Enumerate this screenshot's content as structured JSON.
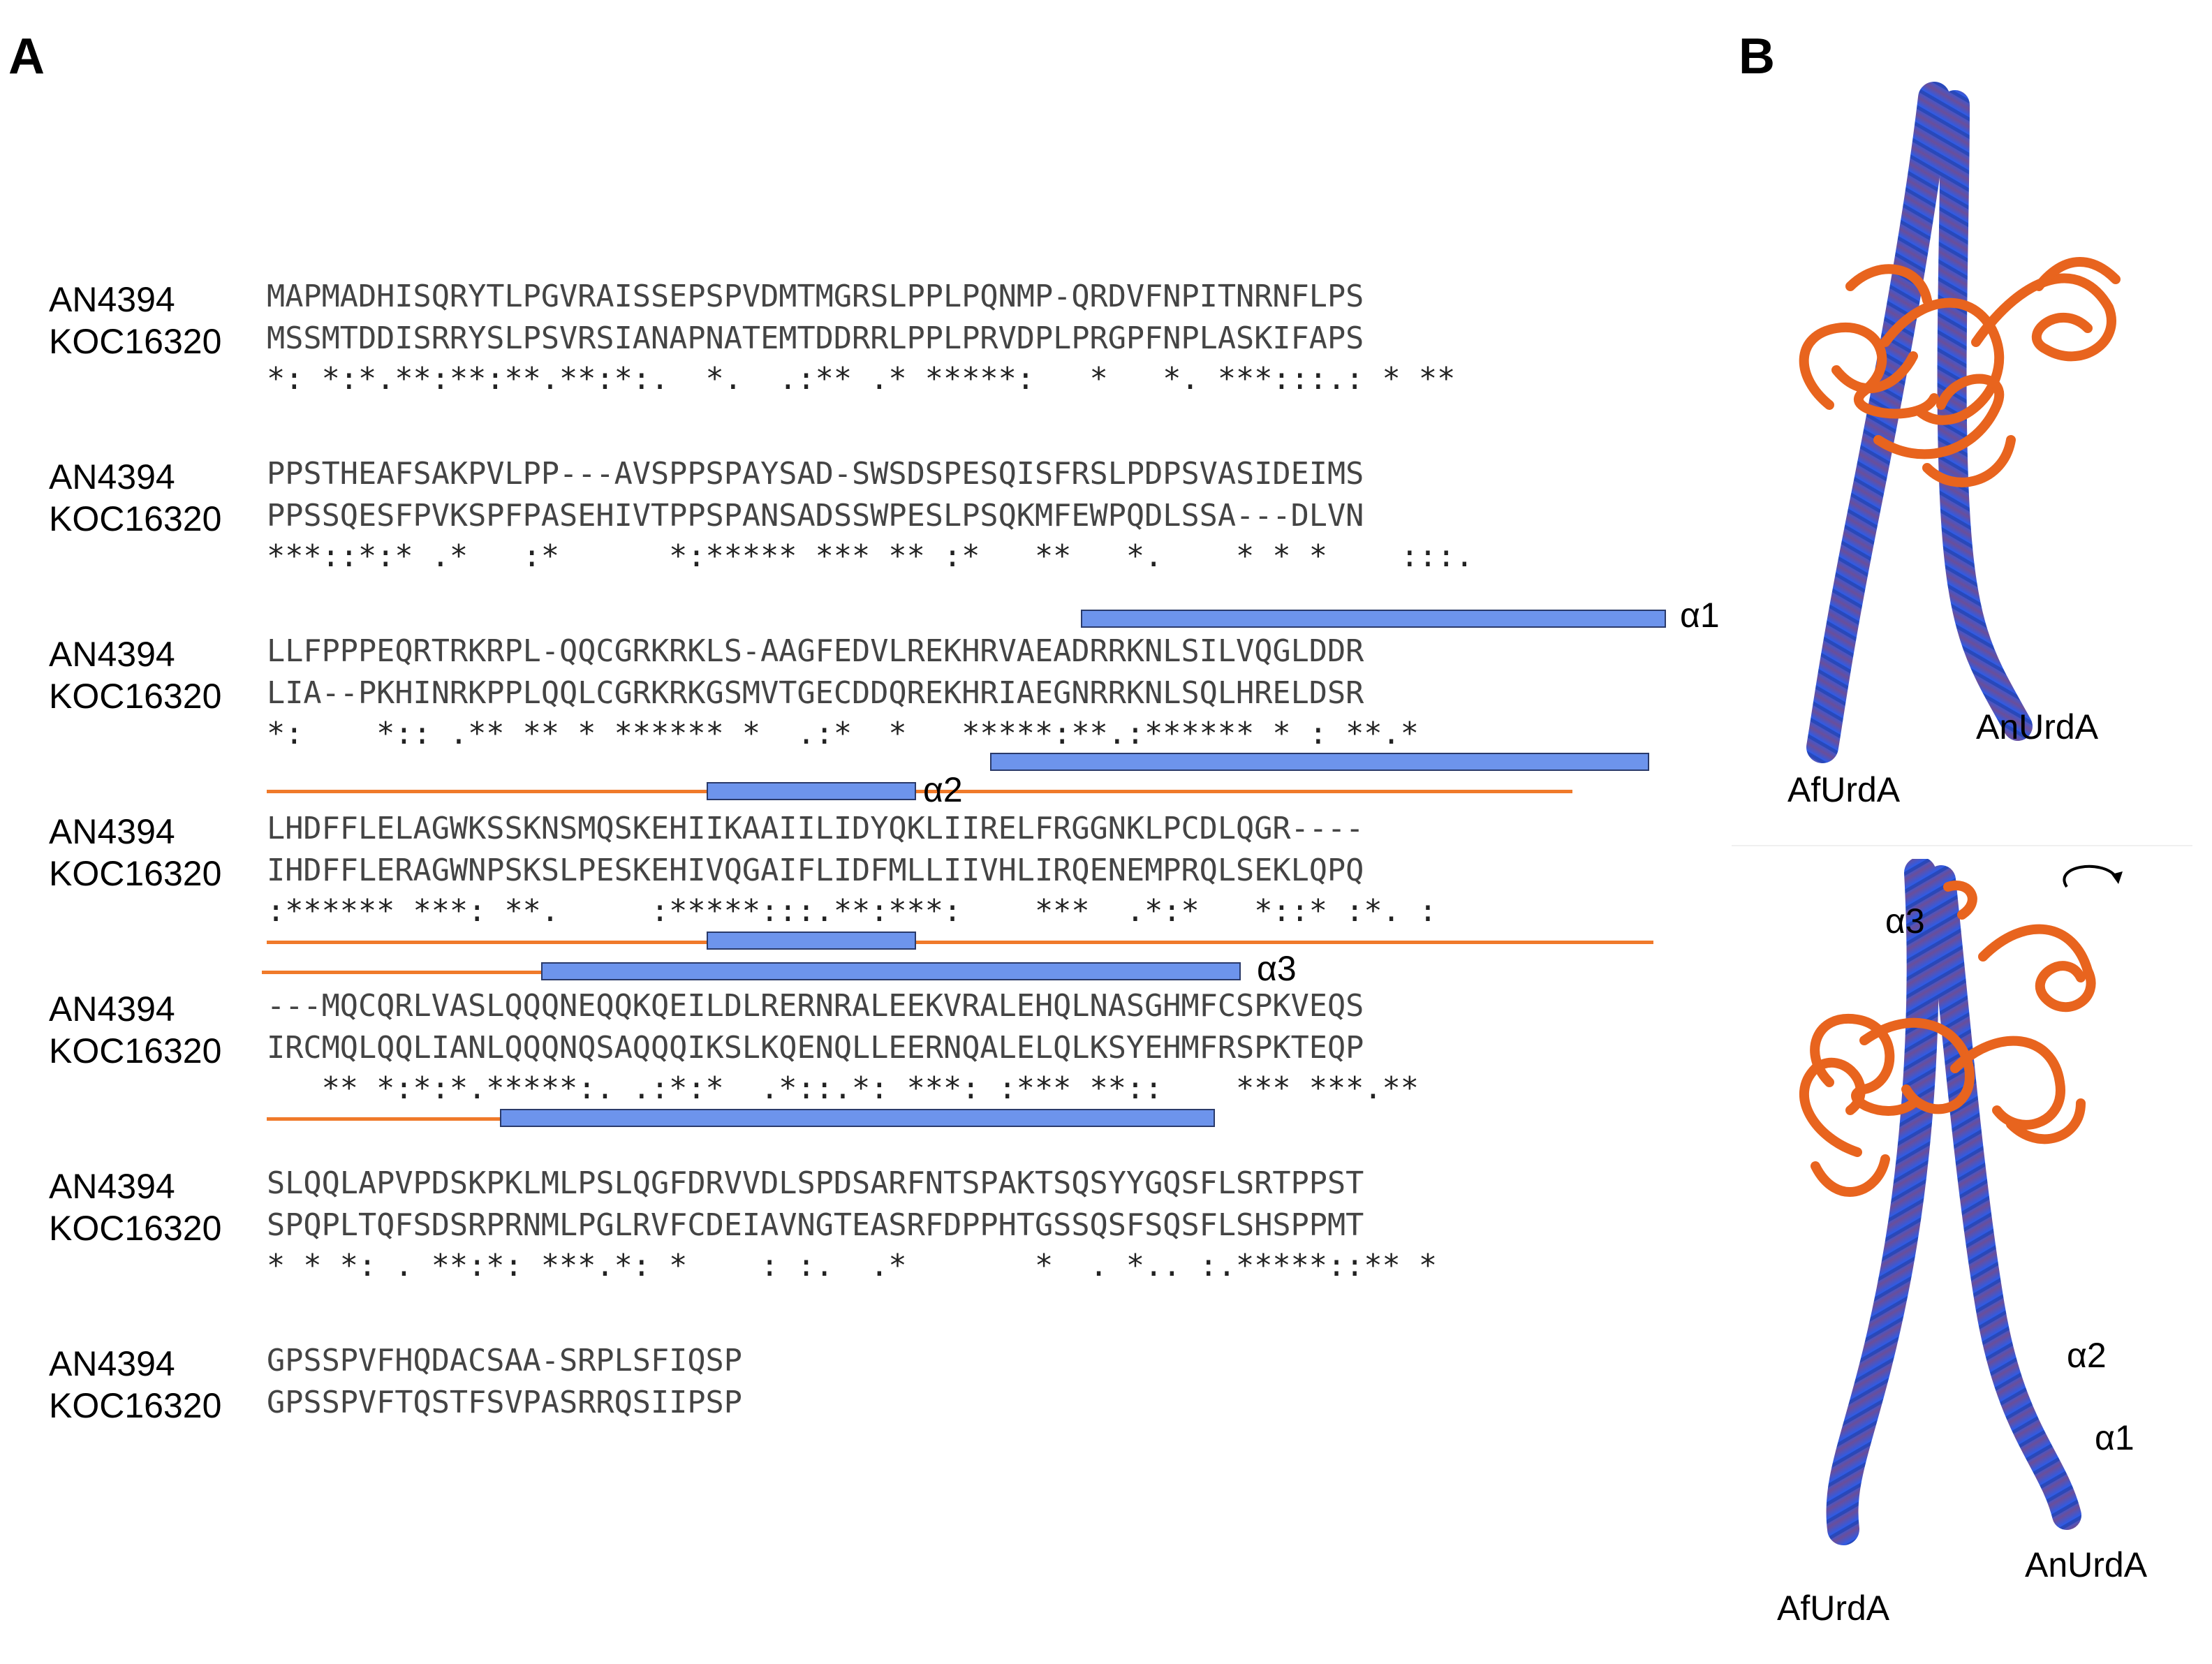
{
  "panels": {
    "a_label": "A",
    "b_label": "B"
  },
  "alignment": {
    "blocks": [
      {
        "seq1_name": "AN4394",
        "seq1": "MAPMADHISQRYTLPGVRAISSEPSPVDMTMGRSLPPLPQNMP-QRDVFNPITNRNFLPS",
        "seq2_name": "KOC16320",
        "seq2": "MSSMTDDISRRYSLPSVRSIANAPNATEMTDDRRLPPLPRVDPLPRGPFNPLASKIFAPS",
        "consensus": "*: *:*.**:**:**.**:*:.  *.  .:** .* *****:   *   *. ***:::.: * **"
      },
      {
        "seq1_name": "AN4394",
        "seq1": "PPSTHEAFSAKPVLPP---AVSPPSPAYSAD-SWSDSPESQISFRSLPDPSVASIDEIMS",
        "seq2_name": "KOC16320",
        "seq2": "PPSSQESFPVKSPFPASEHIVTPPSPANSADSSWPESLPSQKMFEWPQDLSSA---DLVN",
        "consensus": "***::*:* .*   :*      *:***** *** ** :*   **   *.    * * *    :::."
      },
      {
        "seq1_name": "AN4394",
        "seq1": "LLFPPPEQRTRKRPL-QQCGRKRKLS-AAGFEDVLREKHRVAEADRRKNLSILVQGLDDR",
        "seq2_name": "KOC16320",
        "seq2": "LIA--PKHINRKPPLQQLCGRKRKGSMVTGECDDQREKHRIAEGNRRKNLSQLHRELDSR",
        "consensus": "*:    *:: .** ** * ****** *  .:*  *   *****:**.:****** * : **.*"
      },
      {
        "seq1_name": "AN4394",
        "seq1": "LHDFFLELAGWKSSKNSMQSKEHIIKAAIILIDYQKLIIRELFRGGNKLPCDLQGR----",
        "seq2_name": "KOC16320",
        "seq2": "IHDFFLERAGWNPSKSLPESKEHIVQGAIFLIDFMLLIIVHLIRQENEMPRQLSEKLQPQ",
        "consensus": ":****** ***: **.     :*****:::.**:***:    ***  .*:*   *::* :*. :"
      },
      {
        "seq1_name": "AN4394",
        "seq1": "---MQCQRLVASLQQQNEQQKQEILDLRERNRALEEKVRALEHQLNASGHMFCSPKVEQS",
        "seq2_name": "KOC16320",
        "seq2": "IRCMQLQQLIANLQQQNQSAQQQIKSLKQENQLLEERNQALELQLKSYEHMFRSPKTEQP",
        "consensus": "   ** *:*:*.*****:. .:*:*  .*::.*: ***: :*** **::    *** ***.**"
      },
      {
        "seq1_name": "AN4394",
        "seq1": "SLQQLAPVPDSKPKLMLPSLQGFDRVVDLSPDSARFNTSPAKTSQSYYGQSFLSRTPPST",
        "seq2_name": "KOC16320",
        "seq2": "SPQPLTQFSDSRPRNMLPGLRVFCDEIAVNGTEASRFDPPHTGSSQSFSQSFLSHSPPMT",
        "consensus": "* * *: . **:*: ***.*: *    : :.  .*       *  . *.. :.*****::** *"
      },
      {
        "seq1_name": "AN4394",
        "seq1": "GPSSPVFHQDACSAA-SRPLSFIQSP",
        "seq2_name": "KOC16320",
        "seq2": "GPSSPVFTQSTFSVPASRRQSIIPSP",
        "consensus": ""
      }
    ],
    "helix_labels": {
      "a1": "α1",
      "a2": "α2",
      "a3": "α3"
    }
  },
  "structure": {
    "top": {
      "left_label": "AfUrdA",
      "right_label": "AnUrdA"
    },
    "bottom": {
      "left_label": "AfUrdA",
      "right_label": "AnUrdA",
      "a1": "α1",
      "a2": "α2",
      "a3": "α3"
    },
    "helix_color": "#3b62d8",
    "loop_color": "#e8641e",
    "rotation_icon": "rotate-arrow-icon"
  }
}
